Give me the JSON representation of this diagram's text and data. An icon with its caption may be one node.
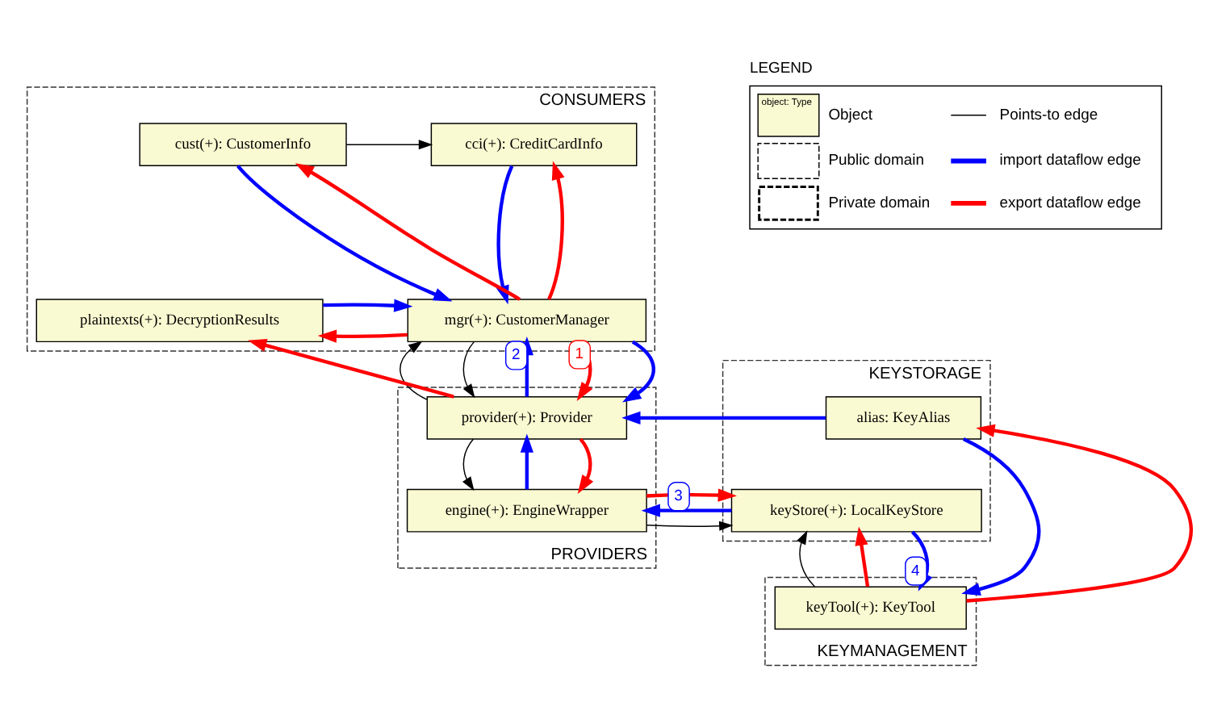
{
  "diagram": {
    "nodes": [
      {
        "text": [
          "CONSUMERS"
        ]
      },
      {
        "text": [
          "cust(+): CustomerInfo"
        ],
        "in": 0
      },
      {
        "text": [
          "cci(+): CreditCardInfo"
        ],
        "in": 0
      },
      {
        "text": [
          "mgr(+): CustomerManager"
        ],
        "in": 0
      },
      {
        "text": [
          "plaintexts(+): DecryptionResults"
        ],
        "in": 0
      },
      {
        "text": [
          "PROVIDERS"
        ]
      },
      {
        "text": [
          "provider(+): Provider"
        ],
        "in": 5
      },
      {
        "text": [
          "engine(+): EngineWrapper"
        ],
        "in": 5
      },
      {
        "text": [
          "KEYSTORAGE"
        ]
      },
      {
        "text": [
          "alias: KeyAlias"
        ],
        "in": 8
      },
      {
        "text": [
          "keyStore(+): LocalKeyStore"
        ],
        "in": 8
      },
      {
        "text": [
          "KEYMANAGEMENT"
        ]
      },
      {
        "text": [
          "keyTool(+): KeyTool"
        ],
        "in": 11
      }
    ],
    "edges": [
      {
        "from": 1,
        "to": 2,
        "arrow": "to",
        "color": "#000000"
      },
      {
        "from": 3,
        "to": 1,
        "arrow": "to",
        "color": "#ff0000"
      },
      {
        "from": 1,
        "to": 3,
        "arrow": "to",
        "color": "#0000ff"
      },
      {
        "from": 3,
        "to": 2,
        "arrow": "to",
        "color": "#ff0000"
      },
      {
        "from": 2,
        "to": 3,
        "arrow": "to",
        "color": "#0000ff"
      },
      {
        "from": 3,
        "to": 4,
        "arrow": "to",
        "color": "#ff0000"
      },
      {
        "from": 4,
        "to": 3,
        "arrow": "to",
        "color": "#0000ff"
      },
      {
        "from": 3,
        "to": 6,
        "arrow": "to",
        "color": "#000000"
      },
      {
        "from": 6,
        "to": 3,
        "arrow": "to",
        "color": "#000000"
      },
      {
        "from": 6,
        "to": 3,
        "arrow": "to",
        "label": "2",
        "color": "#0000ff"
      },
      {
        "from": 3,
        "to": 6,
        "arrow": "to",
        "label": "1",
        "color": "#ff0000"
      },
      {
        "from": 3,
        "to": 6,
        "arrow": "to",
        "color": "#0000ff"
      },
      {
        "from": 6,
        "to": 4,
        "arrow": "to",
        "color": "#ff0000"
      },
      {
        "from": 9,
        "to": 6,
        "arrow": "to",
        "color": "#0000ff"
      },
      {
        "from": 12,
        "to": 9,
        "arrow": "to",
        "color": "#ff0000"
      },
      {
        "from": 9,
        "to": 12,
        "arrow": "to",
        "color": "#0000ff"
      },
      {
        "from": 6,
        "to": 7,
        "arrow": "to",
        "color": "#000000"
      },
      {
        "from": 7,
        "to": 6,
        "arrow": "to",
        "color": "#0000ff"
      },
      {
        "from": 6,
        "to": 7,
        "arrow": "to",
        "color": "#ff0000"
      },
      {
        "from": 7,
        "to": 10,
        "arrow": "to",
        "color": "#000000"
      },
      {
        "from": 7,
        "to": 10,
        "arrow": "to",
        "color": "#ff0000"
      },
      {
        "from": 10,
        "to": 7,
        "arrow": "to",
        "label": "3",
        "color": "#0000ff"
      },
      {
        "from": 12,
        "to": 10,
        "arrow": "to",
        "color": "#000000"
      },
      {
        "from": 12,
        "to": 10,
        "arrow": "to",
        "color": "#ff0000"
      },
      {
        "from": 10,
        "to": 12,
        "arrow": "to",
        "label": "4",
        "color": "#0000ff"
      }
    ],
    "labels": [
      "LEGEND",
      "object: Type"
    ],
    "legend": [
      {
        "text": "Object"
      },
      {
        "text": "Points-to edge"
      },
      {
        "text": "Public domain"
      },
      {
        "text": "import dataflow edge"
      },
      {
        "text": "Private domain"
      },
      {
        "text": "export dataflow edge"
      }
    ]
  }
}
